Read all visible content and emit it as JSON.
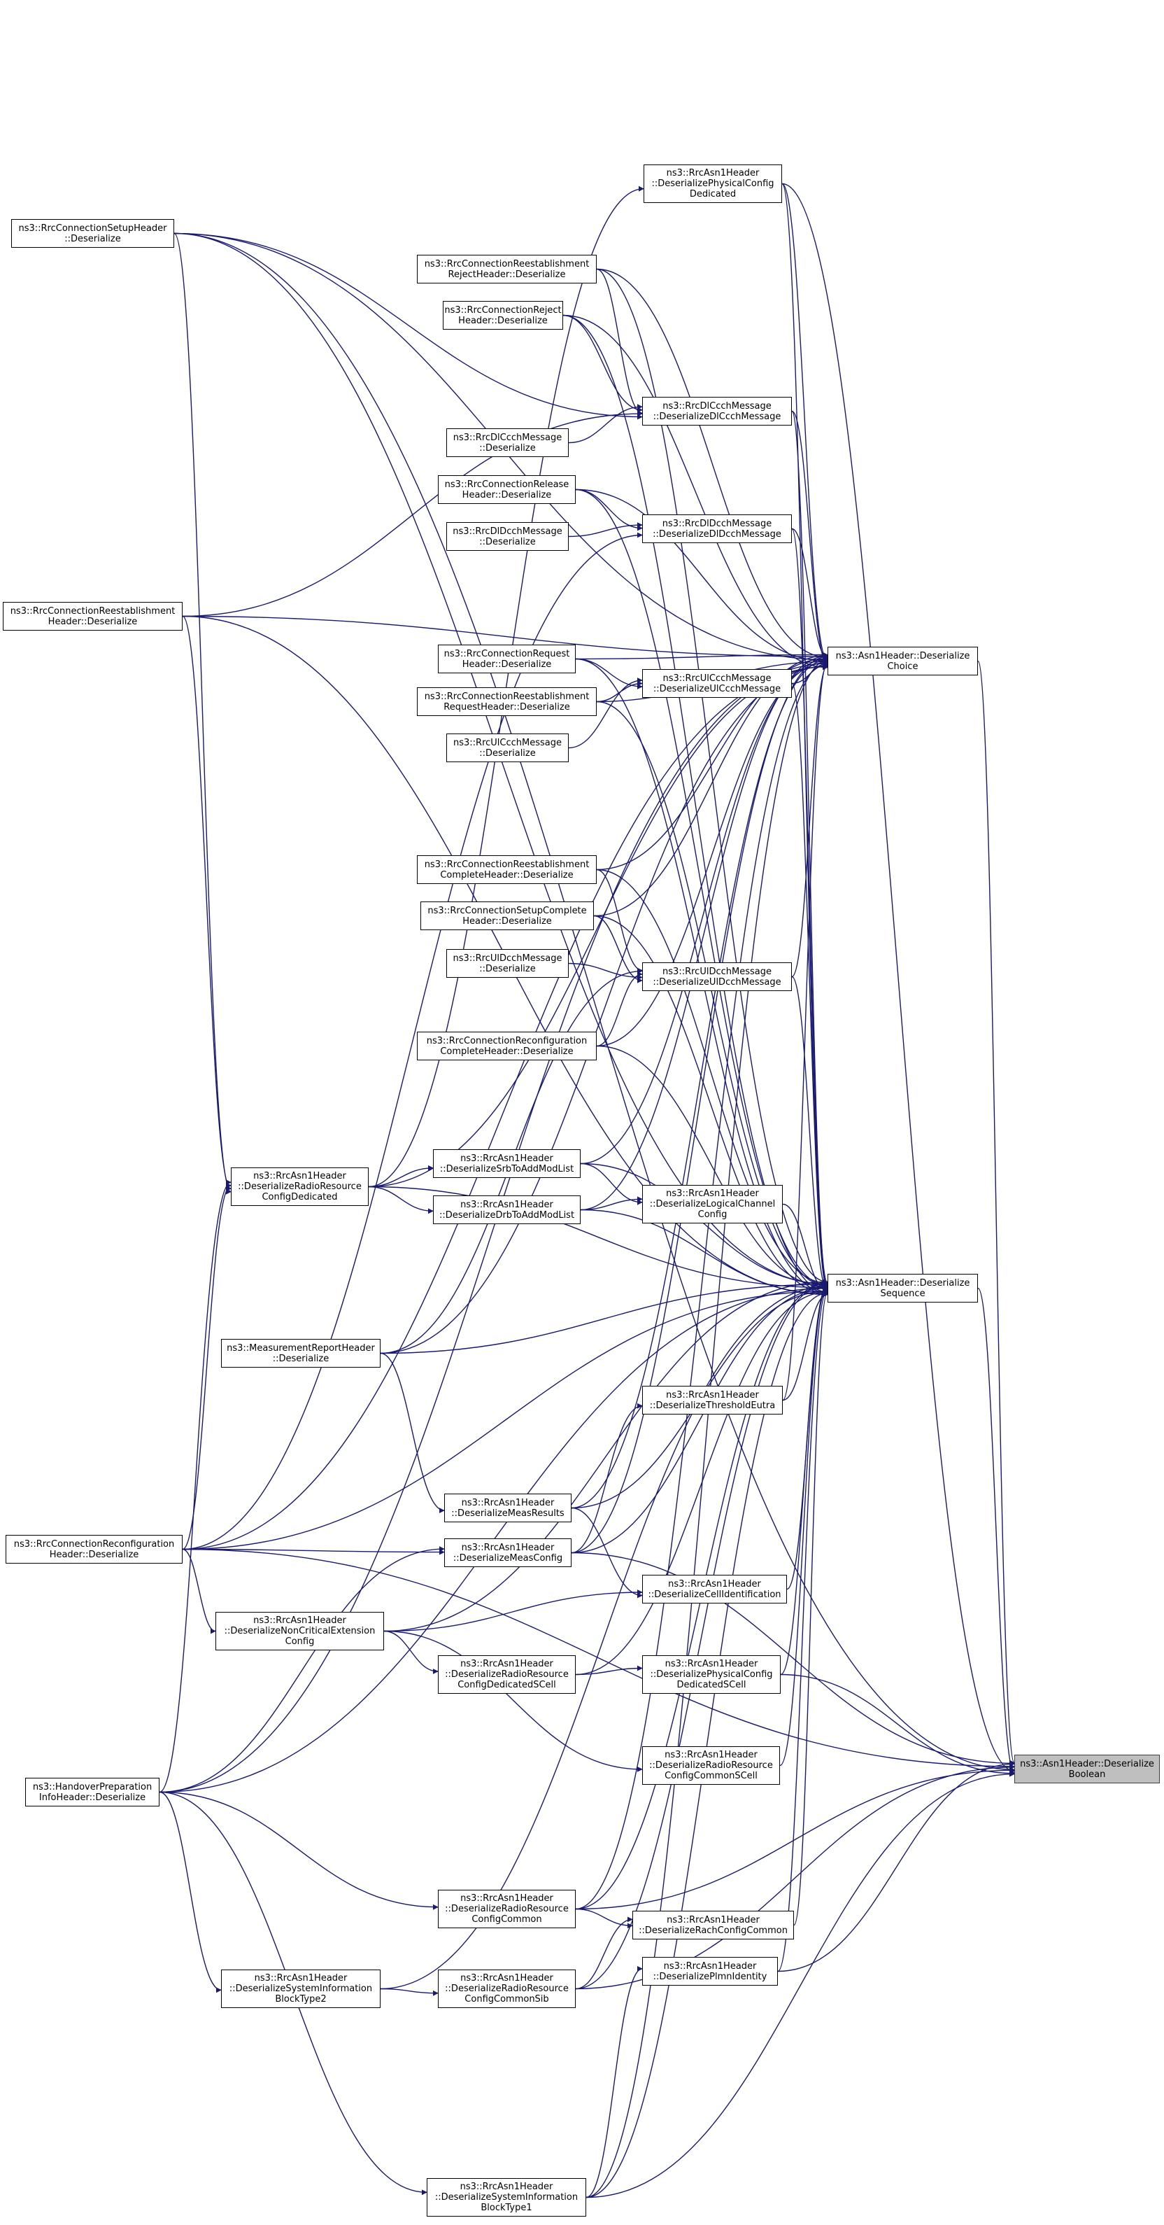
{
  "edge_color": "#191970",
  "node_border_color": "#000000",
  "target_fill": "#bfbfbf",
  "nodes": [
    {
      "id": "bool",
      "label": "ns3::Asn1Header::Deserialize\nBoolean"
    },
    {
      "id": "choice",
      "label": "ns3::Asn1Header::Deserialize\nChoice"
    },
    {
      "id": "sequence",
      "label": "ns3::Asn1Header::Deserialize\nSequence"
    },
    {
      "id": "rrcSetup",
      "label": "ns3::RrcConnectionSetupHeader\n::Deserialize"
    },
    {
      "id": "rrcReestab",
      "label": "ns3::RrcConnectionReestablishment\nHeader::Deserialize"
    },
    {
      "id": "rrcReconf",
      "label": "ns3::RrcConnectionReconfiguration\nHeader::Deserialize"
    },
    {
      "id": "handover",
      "label": "ns3::HandoverPreparation\nInfoHeader::Deserialize"
    },
    {
      "id": "physCfgDed",
      "label": "ns3::RrcAsn1Header\n::DeserializePhysicalConfig\nDedicated"
    },
    {
      "id": "reestabReject",
      "label": "ns3::RrcConnectionReestablishment\nRejectHeader::Deserialize"
    },
    {
      "id": "connReject",
      "label": "ns3::RrcConnectionReject\nHeader::Deserialize"
    },
    {
      "id": "dlCcchMsg",
      "label": "ns3::RrcDlCcchMessage\n::DeserializeDlCcchMessage"
    },
    {
      "id": "dlCcchDes",
      "label": "ns3::RrcDlCcchMessage\n::Deserialize"
    },
    {
      "id": "connRelease",
      "label": "ns3::RrcConnectionRelease\nHeader::Deserialize"
    },
    {
      "id": "dlDcchMsg",
      "label": "ns3::RrcDlDcchMessage\n::DeserializeDlDcchMessage"
    },
    {
      "id": "dlDcchDes",
      "label": "ns3::RrcDlDcchMessage\n::Deserialize"
    },
    {
      "id": "connRequest",
      "label": "ns3::RrcConnectionRequest\nHeader::Deserialize"
    },
    {
      "id": "ulCcchMsg",
      "label": "ns3::RrcUlCcchMessage\n::DeserializeUlCcchMessage"
    },
    {
      "id": "reestabRequest",
      "label": "ns3::RrcConnectionReestablishment\nRequestHeader::Deserialize"
    },
    {
      "id": "ulCcchDes",
      "label": "ns3::RrcUlCcchMessage\n::Deserialize"
    },
    {
      "id": "reestabComplete",
      "label": "ns3::RrcConnectionReestablishment\nCompleteHeader::Deserialize"
    },
    {
      "id": "setupComplete",
      "label": "ns3::RrcConnectionSetupComplete\nHeader::Deserialize"
    },
    {
      "id": "ulDcchDes",
      "label": "ns3::RrcUlDcchMessage\n::Deserialize"
    },
    {
      "id": "ulDcchMsg",
      "label": "ns3::RrcUlDcchMessage\n::DeserializeUlDcchMessage"
    },
    {
      "id": "reconfComplete",
      "label": "ns3::RrcConnectionReconfiguration\nCompleteHeader::Deserialize"
    },
    {
      "id": "srbList",
      "label": "ns3::RrcAsn1Header\n::DeserializeSrbToAddModList"
    },
    {
      "id": "radioResDed",
      "label": "ns3::RrcAsn1Header\n::DeserializeRadioResource\nConfigDedicated"
    },
    {
      "id": "drbList",
      "label": "ns3::RrcAsn1Header\n::DeserializeDrbToAddModList"
    },
    {
      "id": "logicalCh",
      "label": "ns3::RrcAsn1Header\n::DeserializeLogicalChannel\nConfig"
    },
    {
      "id": "measReport",
      "label": "ns3::MeasurementReportHeader\n::Deserialize"
    },
    {
      "id": "threshEutra",
      "label": "ns3::RrcAsn1Header\n::DeserializeThresholdEutra"
    },
    {
      "id": "measResults",
      "label": "ns3::RrcAsn1Header\n::DeserializeMeasResults"
    },
    {
      "id": "measConfig",
      "label": "ns3::RrcAsn1Header\n::DeserializeMeasConfig"
    },
    {
      "id": "cellIdent",
      "label": "ns3::RrcAsn1Header\n::DeserializeCellIdentification"
    },
    {
      "id": "nonCritExt",
      "label": "ns3::RrcAsn1Header\n::DeserializeNonCriticalExtension\nConfig"
    },
    {
      "id": "radioResDedSCell",
      "label": "ns3::RrcAsn1Header\n::DeserializeRadioResource\nConfigDedicatedSCell"
    },
    {
      "id": "physCfgDedSCell",
      "label": "ns3::RrcAsn1Header\n::DeserializePhysicalConfig\nDedicatedSCell"
    },
    {
      "id": "radioResCommonSCell",
      "label": "ns3::RrcAsn1Header\n::DeserializeRadioResource\nConfigCommonSCell"
    },
    {
      "id": "radioResCommon",
      "label": "ns3::RrcAsn1Header\n::DeserializeRadioResource\nConfigCommon"
    },
    {
      "id": "rachCfgCommon",
      "label": "ns3::RrcAsn1Header\n::DeserializeRachConfigCommon"
    },
    {
      "id": "plmnIdent",
      "label": "ns3::RrcAsn1Header\n::DeserializePlmnIdentity"
    },
    {
      "id": "sib2",
      "label": "ns3::RrcAsn1Header\n::DeserializeSystemInformation\nBlockType2"
    },
    {
      "id": "radioResCommonSib",
      "label": "ns3::RrcAsn1Header\n::DeserializeRadioResource\nConfigCommonSib"
    },
    {
      "id": "sib1",
      "label": "ns3::RrcAsn1Header\n::DeserializeSystemInformation\nBlockType1"
    }
  ],
  "edges": [
    [
      "choice",
      "bool"
    ],
    [
      "sequence",
      "bool"
    ],
    [
      "rrcSetup",
      "bool"
    ],
    [
      "rrcReconf",
      "bool"
    ],
    [
      "measConfig",
      "bool"
    ],
    [
      "physCfgDedSCell",
      "bool"
    ],
    [
      "radioResCommon",
      "bool"
    ],
    [
      "radioResCommonSib",
      "bool"
    ],
    [
      "plmnIdent",
      "bool"
    ],
    [
      "sib1",
      "bool"
    ],
    [
      "physCfgDed",
      "bool"
    ],
    [
      "rrcSetup",
      "choice"
    ],
    [
      "rrcReestab",
      "choice"
    ],
    [
      "rrcReconf",
      "choice"
    ],
    [
      "handover",
      "choice"
    ],
    [
      "physCfgDed",
      "choice"
    ],
    [
      "reestabReject",
      "choice"
    ],
    [
      "connReject",
      "choice"
    ],
    [
      "dlCcchMsg",
      "choice"
    ],
    [
      "connRelease",
      "choice"
    ],
    [
      "dlDcchMsg",
      "choice"
    ],
    [
      "connRequest",
      "choice"
    ],
    [
      "ulCcchMsg",
      "choice"
    ],
    [
      "reestabRequest",
      "choice"
    ],
    [
      "reestabComplete",
      "choice"
    ],
    [
      "setupComplete",
      "choice"
    ],
    [
      "ulDcchMsg",
      "choice"
    ],
    [
      "reconfComplete",
      "choice"
    ],
    [
      "srbList",
      "choice"
    ],
    [
      "drbList",
      "choice"
    ],
    [
      "measReport",
      "choice"
    ],
    [
      "threshEutra",
      "choice"
    ],
    [
      "measResults",
      "choice"
    ],
    [
      "measConfig",
      "choice"
    ],
    [
      "radioResDed",
      "choice"
    ],
    [
      "radioResCommon",
      "choice"
    ],
    [
      "sib1",
      "choice"
    ],
    [
      "rrcSetup",
      "sequence"
    ],
    [
      "rrcReestab",
      "sequence"
    ],
    [
      "rrcReconf",
      "sequence"
    ],
    [
      "handover",
      "sequence"
    ],
    [
      "physCfgDed",
      "sequence"
    ],
    [
      "reestabReject",
      "sequence"
    ],
    [
      "connReject",
      "sequence"
    ],
    [
      "dlCcchMsg",
      "sequence"
    ],
    [
      "connRelease",
      "sequence"
    ],
    [
      "dlDcchMsg",
      "sequence"
    ],
    [
      "connRequest",
      "sequence"
    ],
    [
      "ulCcchMsg",
      "sequence"
    ],
    [
      "reestabRequest",
      "sequence"
    ],
    [
      "reestabComplete",
      "sequence"
    ],
    [
      "setupComplete",
      "sequence"
    ],
    [
      "ulDcchMsg",
      "sequence"
    ],
    [
      "reconfComplete",
      "sequence"
    ],
    [
      "srbList",
      "sequence"
    ],
    [
      "drbList",
      "sequence"
    ],
    [
      "logicalCh",
      "sequence"
    ],
    [
      "radioResDed",
      "sequence"
    ],
    [
      "measReport",
      "sequence"
    ],
    [
      "threshEutra",
      "sequence"
    ],
    [
      "measResults",
      "sequence"
    ],
    [
      "measConfig",
      "sequence"
    ],
    [
      "cellIdent",
      "sequence"
    ],
    [
      "nonCritExt",
      "sequence"
    ],
    [
      "radioResDedSCell",
      "sequence"
    ],
    [
      "physCfgDedSCell",
      "sequence"
    ],
    [
      "radioResCommonSCell",
      "sequence"
    ],
    [
      "radioResCommon",
      "sequence"
    ],
    [
      "rachCfgCommon",
      "sequence"
    ],
    [
      "plmnIdent",
      "sequence"
    ],
    [
      "sib2",
      "sequence"
    ],
    [
      "radioResCommonSib",
      "sequence"
    ],
    [
      "sib1",
      "sequence"
    ],
    [
      "reestabReject",
      "dlCcchMsg"
    ],
    [
      "connReject",
      "dlCcchMsg"
    ],
    [
      "dlCcchDes",
      "dlCcchMsg"
    ],
    [
      "rrcSetup",
      "dlCcchMsg"
    ],
    [
      "rrcReestab",
      "dlCcchMsg"
    ],
    [
      "connRelease",
      "dlDcchMsg"
    ],
    [
      "dlDcchDes",
      "dlDcchMsg"
    ],
    [
      "rrcReconf",
      "dlDcchMsg"
    ],
    [
      "connRequest",
      "ulCcchMsg"
    ],
    [
      "reestabRequest",
      "ulCcchMsg"
    ],
    [
      "ulCcchDes",
      "ulCcchMsg"
    ],
    [
      "reestabComplete",
      "ulDcchMsg"
    ],
    [
      "setupComplete",
      "ulDcchMsg"
    ],
    [
      "ulDcchDes",
      "ulDcchMsg"
    ],
    [
      "reconfComplete",
      "ulDcchMsg"
    ],
    [
      "measReport",
      "ulDcchMsg"
    ],
    [
      "radioResDed",
      "srbList"
    ],
    [
      "radioResDed",
      "drbList"
    ],
    [
      "srbList",
      "logicalCh"
    ],
    [
      "drbList",
      "logicalCh"
    ],
    [
      "rrcSetup",
      "radioResDed"
    ],
    [
      "rrcReestab",
      "radioResDed"
    ],
    [
      "rrcReconf",
      "radioResDed"
    ],
    [
      "handover",
      "radioResDed"
    ],
    [
      "measConfig",
      "threshEutra"
    ],
    [
      "measReport",
      "measResults"
    ],
    [
      "rrcReconf",
      "measConfig"
    ],
    [
      "handover",
      "measConfig"
    ],
    [
      "measResults",
      "cellIdent"
    ],
    [
      "nonCritExt",
      "cellIdent"
    ],
    [
      "rrcReconf",
      "nonCritExt"
    ],
    [
      "nonCritExt",
      "radioResDedSCell"
    ],
    [
      "radioResDedSCell",
      "physCfgDedSCell"
    ],
    [
      "nonCritExt",
      "radioResCommonSCell"
    ],
    [
      "radioResCommon",
      "rachCfgCommon"
    ],
    [
      "sib1",
      "plmnIdent"
    ],
    [
      "radioResCommonSib",
      "rachCfgCommon"
    ],
    [
      "sib2",
      "radioResCommonSib"
    ],
    [
      "handover",
      "sib2"
    ],
    [
      "handover",
      "radioResCommon"
    ],
    [
      "handover",
      "sib1"
    ],
    [
      "radioResDed",
      "physCfgDed"
    ]
  ]
}
